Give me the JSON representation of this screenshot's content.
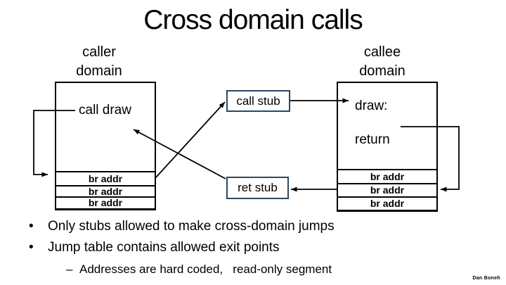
{
  "slide": {
    "title": "Cross domain calls",
    "footer": "Dan Boneh"
  },
  "diagram": {
    "caller": {
      "label": "caller\ndomain",
      "code": "call draw",
      "jump_table": [
        "br addr",
        "br addr",
        "br addr"
      ]
    },
    "callee": {
      "label": "callee\ndomain",
      "entry": "draw:",
      "return_stmt": "return",
      "jump_table": [
        "br addr",
        "br addr",
        "br addr"
      ]
    },
    "stubs": {
      "call": "call stub",
      "ret": "ret stub"
    },
    "colors": {
      "stub_border": "#2d4961",
      "line": "#000000"
    }
  },
  "bullets": [
    {
      "marker": "•",
      "text": "Only stubs allowed to make cross-domain jumps"
    },
    {
      "marker": "•",
      "text": "Jump table contains allowed exit points"
    },
    {
      "marker": "–",
      "text": "Addresses are hard coded,   read-only segment"
    }
  ]
}
